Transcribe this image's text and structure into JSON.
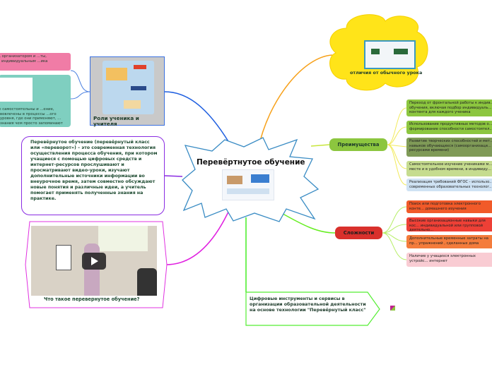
{
  "central": {
    "title": "Перевёртнутое обучение",
    "image": "flipped-classroom-diagram"
  },
  "cloud": {
    "label": "отличия от обычного урока",
    "image": "comparison-infographic"
  },
  "roles": {
    "label": "Роли ученика и учителя",
    "image": "classroom-illustration",
    "children": [
      {
        "text": "...атором, организатором и ...ты, индивидуальным ...ика",
        "color": "#f07ca6"
      },
      {
        "text": "...ее самостоятельны и ...ение, вовлечены в процессы ...ого уровня, где они применяют, ... знания  чем просто запоминают",
        "color": "#7fcfc0"
      }
    ]
  },
  "definition": {
    "text": "Перевёрнутое обучение (перевёрнутый класс или «переворот») – это современная технология осуществления процесса обучения, при котором учащиеся с помощью цифровых средств и интернет-ресурсов прослушивают и просматривают видео-уроки, изучают дополнительные источники информации во внеурочное время, затем совместно обсуждают новые понятия и различные идеи, а учитель помогает применять полученные знания на практике."
  },
  "video": {
    "caption": "Что такое перевернутое обучение?",
    "icon": "play-icon"
  },
  "advantages": {
    "label": "Преимущества",
    "items": [
      {
        "text": "Переход от фронтальной работы к индив... обучения, включая подбор индивидуаль... контента для каждого ученика",
        "color": "#8cc63f"
      },
      {
        "text": "Использование продуктивных методов о... формирование способности самостоятел...",
        "color": "#8cc63f"
      },
      {
        "text": "Развитие творческих способностей и мет... навыков обучающихся (самоорганизаци... ресурсами времени)",
        "color": "#7f9a57"
      },
      {
        "text": "Самостоятельное изучение учениками м... месте и в удобном времени, в индивиду...",
        "color": "#c6dc8f"
      },
      {
        "text": "Реализация требований ФГОС - использо... современных образовательных технолог...",
        "color": "#cfe2f3"
      }
    ]
  },
  "difficulties": {
    "label": "Сложности",
    "items": [
      {
        "text": "Поиск или подготовка электронного конте... домашнего изучения",
        "color": "#f15a29"
      },
      {
        "text": "Высокие организационные навыки для кос... индивидуальной или групповой деятельно...",
        "color": "#ee4036"
      },
      {
        "text": "Дополнительные временные затраты на пр... упражнений , сделанных дома",
        "color": "#f47c3c"
      },
      {
        "text": "Наличие у учащихся электронных устройс... интернет",
        "color": "#f9ccd3"
      }
    ]
  },
  "tools": {
    "text": "Цифровые инструменты и сервисы в организации образовательной деятельности на основе технологии \"Перевёрнутый класс\"",
    "icon": "collapsed-node-icon"
  }
}
